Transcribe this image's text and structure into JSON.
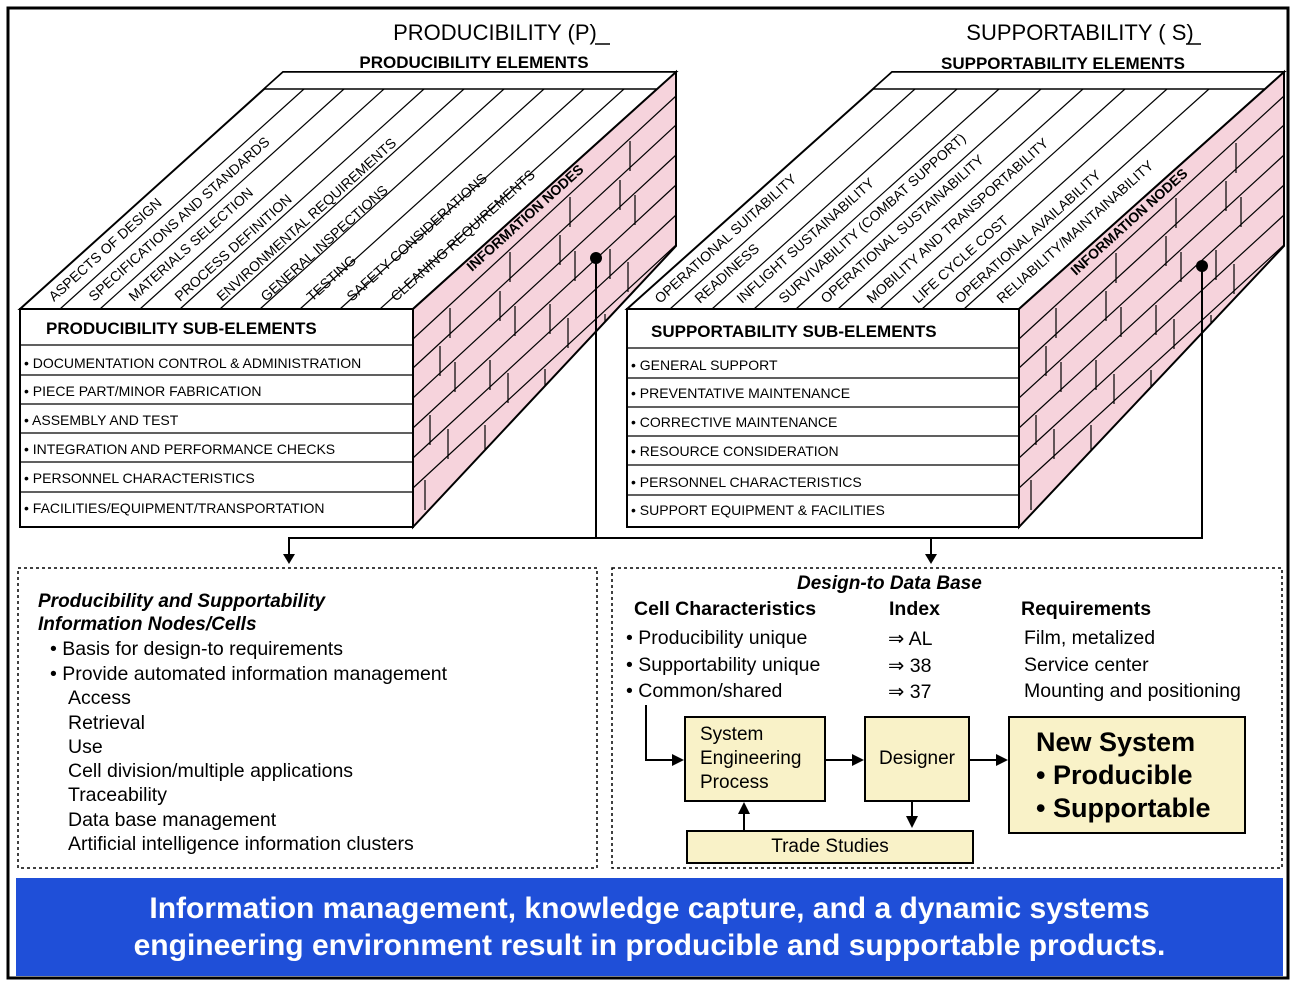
{
  "producibility": {
    "title": "PRODUCIBILITY (P)",
    "elements_header": "PRODUCIBILITY ELEMENTS",
    "elements": [
      "ASPECTS OF DESIGN",
      "SPECIFICATIONS AND STANDARDS",
      "MATERIALS SELECTION",
      "PROCESS DEFINITION",
      "ENVIRONMENTAL REQUIREMENTS",
      "GENERAL INSPECTIONS",
      "TESTING",
      "SAFETY CONSIDERATIONS",
      "CLEANING REQUIREMENTS"
    ],
    "nodes_label": "INFORMATION NODES",
    "sub_header": "PRODUCIBILITY SUB-ELEMENTS",
    "sub_elements": [
      "• DOCUMENTATION CONTROL & ADMINISTRATION",
      "• PIECE PART/MINOR FABRICATION",
      "• ASSEMBLY AND TEST",
      "• INTEGRATION AND PERFORMANCE CHECKS",
      "• PERSONNEL CHARACTERISTICS",
      "• FACILITIES/EQUIPMENT/TRANSPORTATION"
    ]
  },
  "supportability": {
    "title": "SUPPORTABILITY ( S)",
    "elements_header": "SUPPORTABILITY ELEMENTS",
    "elements": [
      "OPERATIONAL SUITABILITY",
      "READINESS",
      "INFLIGHT SUSTAINABILITY",
      "SURVIVABILITY (COMBAT SUPPORT)",
      "OPERATIONAL SUSTAINABILITY",
      "MOBILITY AND TRANSPORTABILITY",
      "LIFE CYCLE COST",
      "OPERATIONAL AVAILABILITY",
      "RELIABILITY/MAINTAINABILITY"
    ],
    "nodes_label": "INFORMATION NODES",
    "sub_header": "SUPPORTABILITY SUB-ELEMENTS",
    "sub_elements": [
      "• GENERAL SUPPORT",
      "• PREVENTATIVE MAINTENANCE",
      "• CORRECTIVE MAINTENANCE",
      "• RESOURCE CONSIDERATION",
      "• PERSONNEL CHARACTERISTICS",
      "• SUPPORT EQUIPMENT & FACILITIES"
    ]
  },
  "nodes_box": {
    "title_1": "Producibility and Supportability",
    "title_2": "Information Nodes/Cells",
    "bullets": [
      "• Basis for design-to requirements",
      "• Provide automated information management"
    ],
    "sub_items": [
      "Access",
      "Retrieval",
      "Use",
      "Cell division/multiple applications",
      "Traceability",
      "Data base management",
      "Artificial intelligence information clusters"
    ]
  },
  "database_box": {
    "title": "Design-to Data Base",
    "headers": [
      "Cell Characteristics",
      "Index",
      "Requirements"
    ],
    "rows": [
      {
        "cell": "• Producibility unique",
        "index": "⇒  AL",
        "req": "Film, metalized"
      },
      {
        "cell": "• Supportability unique",
        "index": "⇒  38",
        "req": "Service center"
      },
      {
        "cell": "• Common/shared",
        "index": "⇒  37",
        "req": "Mounting and positioning"
      }
    ],
    "flow": {
      "sep_1": "System",
      "sep_2": "Engineering",
      "sep_3": "Process",
      "designer": "Designer",
      "trade": "Trade Studies",
      "result_1": "New System",
      "result_2": "• Producible",
      "result_3": "• Supportable"
    },
    "box_fill": "#f9f2c8"
  },
  "banner": {
    "line_1": "Information management, knowledge capture, and a dynamic systems",
    "line_2": "engineering environment result in producible and supportable products.",
    "color": "#1f4fd8"
  },
  "colors": {
    "brick_fill": "#f6d3dc"
  }
}
